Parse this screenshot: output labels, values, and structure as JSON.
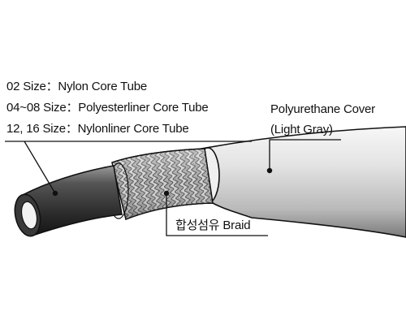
{
  "core_tube": {
    "lines": [
      "02 Size：Nylon Core Tube",
      "04~08 Size：Polyesterliner Core Tube",
      "12, 16 Size：Nylonliner Core Tube"
    ]
  },
  "cover": {
    "name": "Polyurethane Cover",
    "color_note": "(Light Gray)"
  },
  "braid": {
    "name": "합성섬유 Braid"
  },
  "colors": {
    "cover_light": "#e6e6e6",
    "cover_mid": "#b8b8b8",
    "cover_dark": "#6e6e6e",
    "tube_dark": "#2a2a2a",
    "braid": "#9a9a9a"
  }
}
